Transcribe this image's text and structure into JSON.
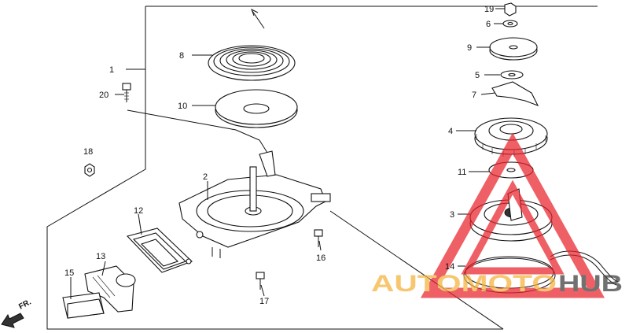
{
  "part_labels": {
    "p1": "1",
    "p2": "2",
    "p3": "3",
    "p4": "4",
    "p5": "5",
    "p6": "6",
    "p7": "7",
    "p8": "8",
    "p9": "9",
    "p10": "10",
    "p11": "11",
    "p12": "12",
    "p13": "13",
    "p14": "14",
    "p15": "15",
    "p16": "16",
    "p17": "17",
    "p18": "18",
    "p19": "19",
    "p20": "20"
  },
  "direction": {
    "label": "FR."
  },
  "watermark": {
    "word_orange": "AUTOMOTO",
    "word_dark": "HUB",
    "color_orange": "#f5b23a",
    "color_dark": "#3b3b3b",
    "triangle_color": "#e8242b"
  }
}
